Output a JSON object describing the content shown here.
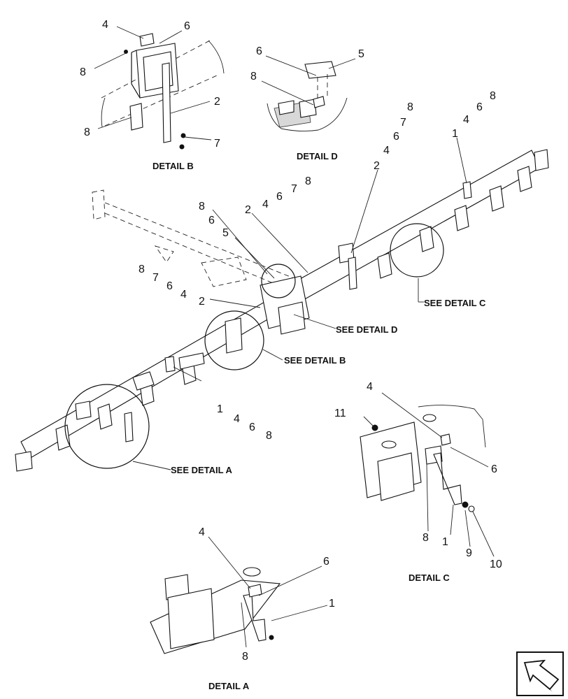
{
  "detail_captions": {
    "detail_a": "DETAIL  A",
    "detail_b": "DETAIL  B",
    "detail_c": "DETAIL  C",
    "detail_d": "DETAIL  D"
  },
  "see_detail_labels": {
    "a": "SEE DETAIL  A",
    "b": "SEE DETAIL  B",
    "c": "SEE DETAIL  C",
    "d": "SEE DETAIL  D"
  },
  "callouts": {
    "detail_b": {
      "c4": "4",
      "c6": "6",
      "c8a": "8",
      "c8b": "8",
      "c2": "2",
      "c7": "7"
    },
    "detail_d": {
      "c6": "6",
      "c5": "5",
      "c8": "8"
    },
    "main": {
      "r1_8": "8",
      "r1_7": "7",
      "r1_6": "6",
      "r1_4": "4",
      "r1_2": "2",
      "r2_8": "8",
      "r2_6": "6",
      "r2_4": "4",
      "r2_1": "1",
      "mid_8": "8",
      "mid_7": "7",
      "mid_6": "6",
      "mid_4": "4",
      "c_8": "8",
      "c_6": "6",
      "c_5": "5",
      "c_2": "2",
      "l_8": "8",
      "l_7": "7",
      "l_6": "6",
      "l_4": "4",
      "l_2": "2",
      "b_1": "1",
      "b_4": "4",
      "b_6": "6",
      "b_8": "8"
    },
    "detail_c": {
      "c4": "4",
      "c11": "11",
      "c6": "6",
      "c8": "8",
      "c1": "1",
      "c9": "9",
      "c10": "10"
    },
    "detail_a": {
      "c4": "4",
      "c6": "6",
      "c1": "1",
      "c8": "8"
    }
  },
  "icons": {
    "navigation": "return-arrow-icon"
  }
}
